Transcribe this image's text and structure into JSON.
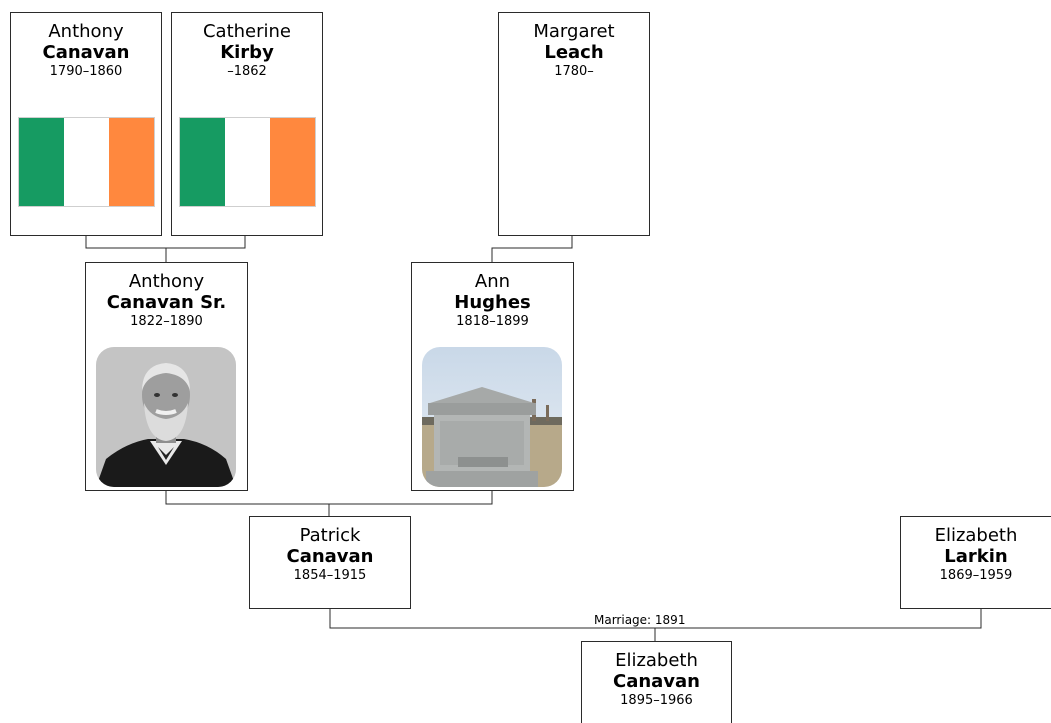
{
  "colors": {
    "line": "#2b2b2b",
    "flag_green": "#169b62",
    "flag_white": "#ffffff",
    "flag_orange": "#ff883e"
  },
  "people": {
    "anthony_canavan": {
      "given": "Anthony",
      "surname": "Canavan",
      "dates": "1790–1860"
    },
    "catherine_kirby": {
      "given": "Catherine",
      "surname": "Kirby",
      "dates": "–1862"
    },
    "margaret_leach": {
      "given": "Margaret",
      "surname": "Leach",
      "dates": "1780–"
    },
    "anthony_canavan_sr": {
      "given": "Anthony",
      "surname": "Canavan Sr.",
      "dates": "1822–1890"
    },
    "ann_hughes": {
      "given": "Ann",
      "surname": "Hughes",
      "dates": "1818–1899"
    },
    "patrick_canavan": {
      "given": "Patrick",
      "surname": "Canavan",
      "dates": "1854–1915"
    },
    "elizabeth_larkin": {
      "given": "Elizabeth",
      "surname": "Larkin",
      "dates": "1869–1959"
    },
    "elizabeth_canavan": {
      "given": "Elizabeth",
      "surname": "Canavan",
      "dates": "1895–1966"
    }
  },
  "marriage_label": "Marriage: 1891",
  "icons": {
    "flag": "irish-flag-icon",
    "portrait": "portrait-photo",
    "headstone": "headstone-photo"
  }
}
